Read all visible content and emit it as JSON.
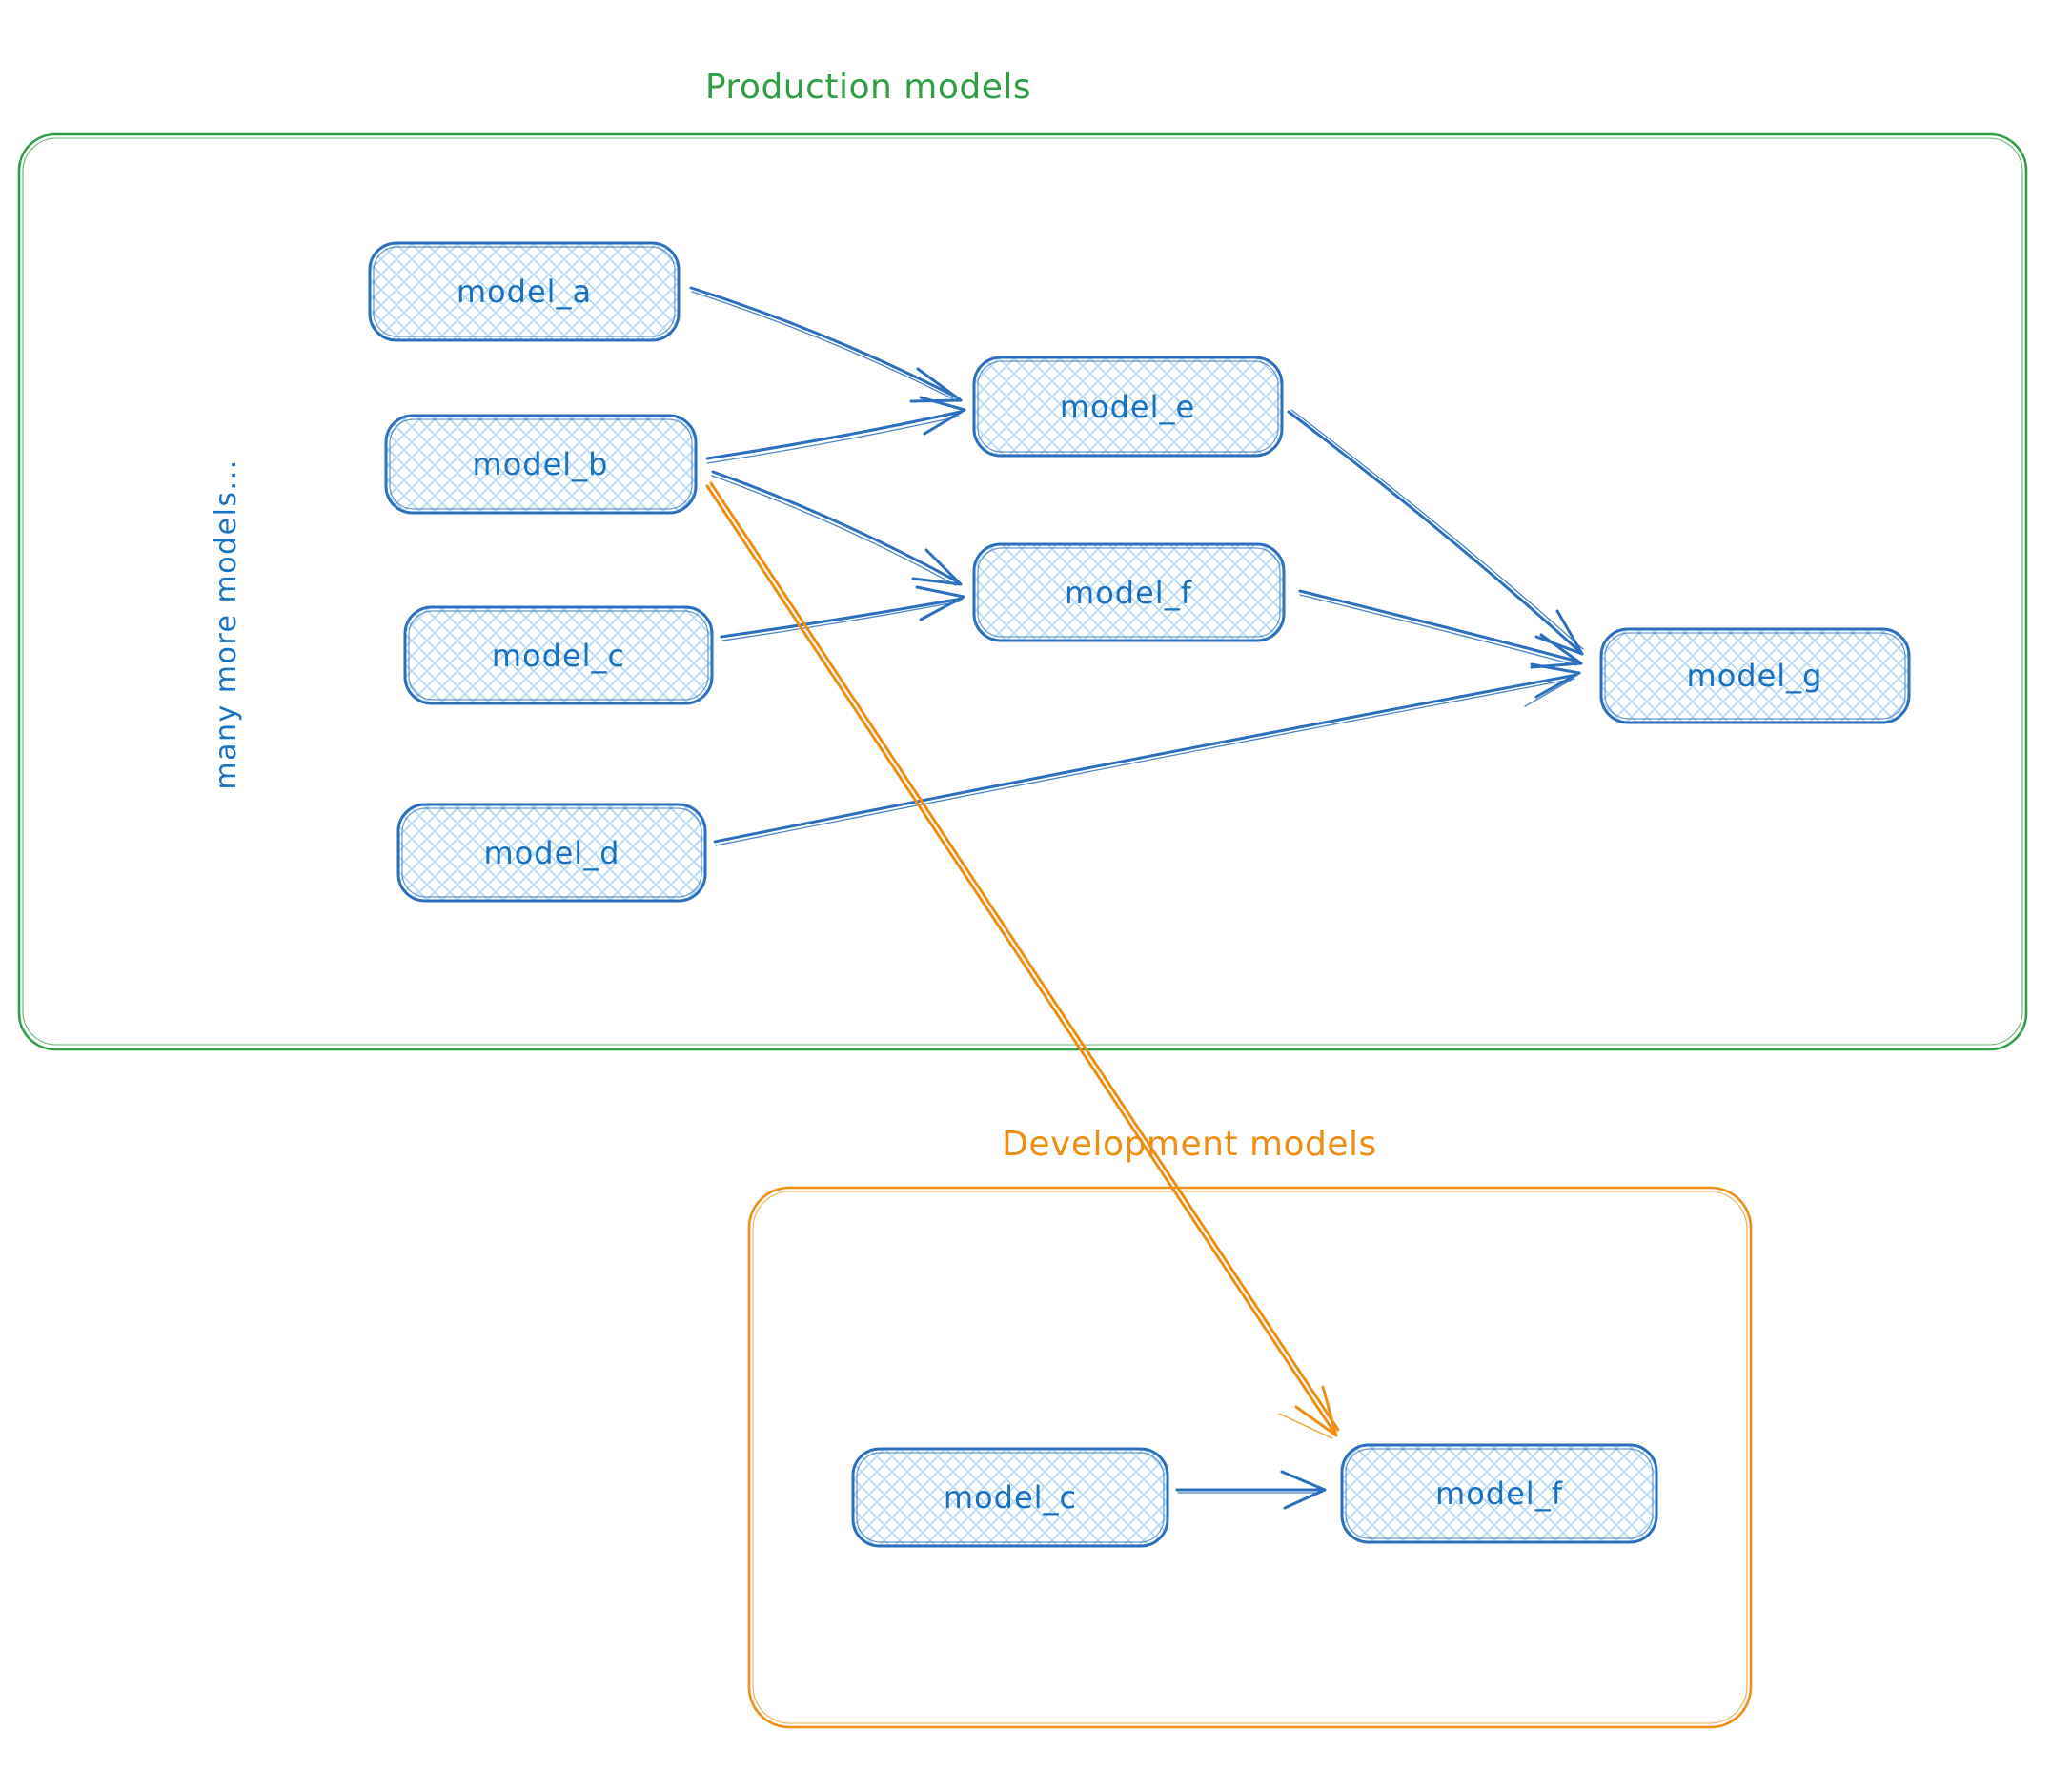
{
  "production": {
    "title": "Production models",
    "side_label": "many more models...",
    "nodes": [
      {
        "id": "model_a",
        "label": "model_a"
      },
      {
        "id": "model_b",
        "label": "model_b"
      },
      {
        "id": "model_c",
        "label": "model_c"
      },
      {
        "id": "model_d",
        "label": "model_d"
      },
      {
        "id": "model_e",
        "label": "model_e"
      },
      {
        "id": "model_f",
        "label": "model_f"
      },
      {
        "id": "model_g",
        "label": "model_g"
      }
    ]
  },
  "development": {
    "title": "Development models",
    "nodes": [
      {
        "id": "model_c",
        "label": "model_c"
      },
      {
        "id": "model_f",
        "label": "model_f"
      }
    ]
  },
  "edges": {
    "production": [
      {
        "from": "model_a",
        "to": "model_e"
      },
      {
        "from": "model_b",
        "to": "model_e"
      },
      {
        "from": "model_b",
        "to": "model_f"
      },
      {
        "from": "model_c",
        "to": "model_f"
      },
      {
        "from": "model_e",
        "to": "model_g"
      },
      {
        "from": "model_f",
        "to": "model_g"
      },
      {
        "from": "model_d",
        "to": "model_g"
      }
    ],
    "development": [
      {
        "from": "model_c",
        "to": "model_f"
      }
    ],
    "cross_group": [
      {
        "from": "production.model_b",
        "to": "development.model_f",
        "color": "#ef8e14"
      }
    ]
  },
  "colors": {
    "production_frame": "#2f9e44",
    "development_frame": "#ef8e14",
    "node_stroke": "#2b6fbe",
    "node_hatch": "#b5d7f6",
    "blue_text": "#1971c2",
    "background": "#ffffff"
  }
}
